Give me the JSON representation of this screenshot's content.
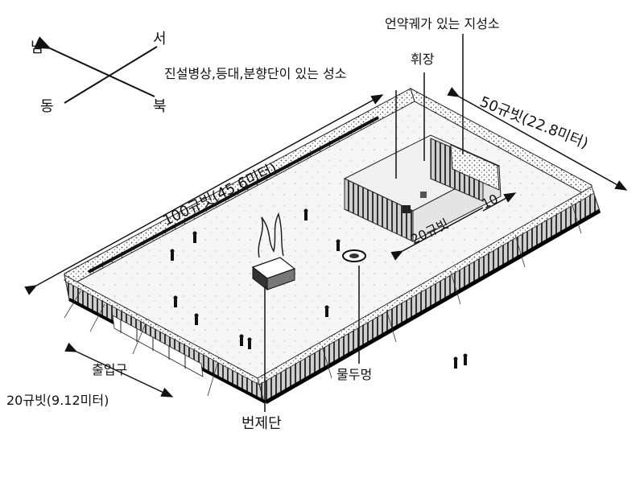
{
  "compass": {
    "south": "남",
    "west": "서",
    "east": "동",
    "north": "북"
  },
  "labels": {
    "holy_place": "진설병상,등대,분향단이 있는 성소",
    "most_holy_place": "언약궤가 있는 지성소",
    "veil": "휘장",
    "length_long": "100규빗(45.6미터)",
    "length_short": "50규빗(22.8미터)",
    "tent_length": "20규빗",
    "tent_width": "10",
    "entrance": "출입구",
    "entrance_width": "20규빗(9.12미터)",
    "laver": "물두멍",
    "altar": "번제단"
  }
}
